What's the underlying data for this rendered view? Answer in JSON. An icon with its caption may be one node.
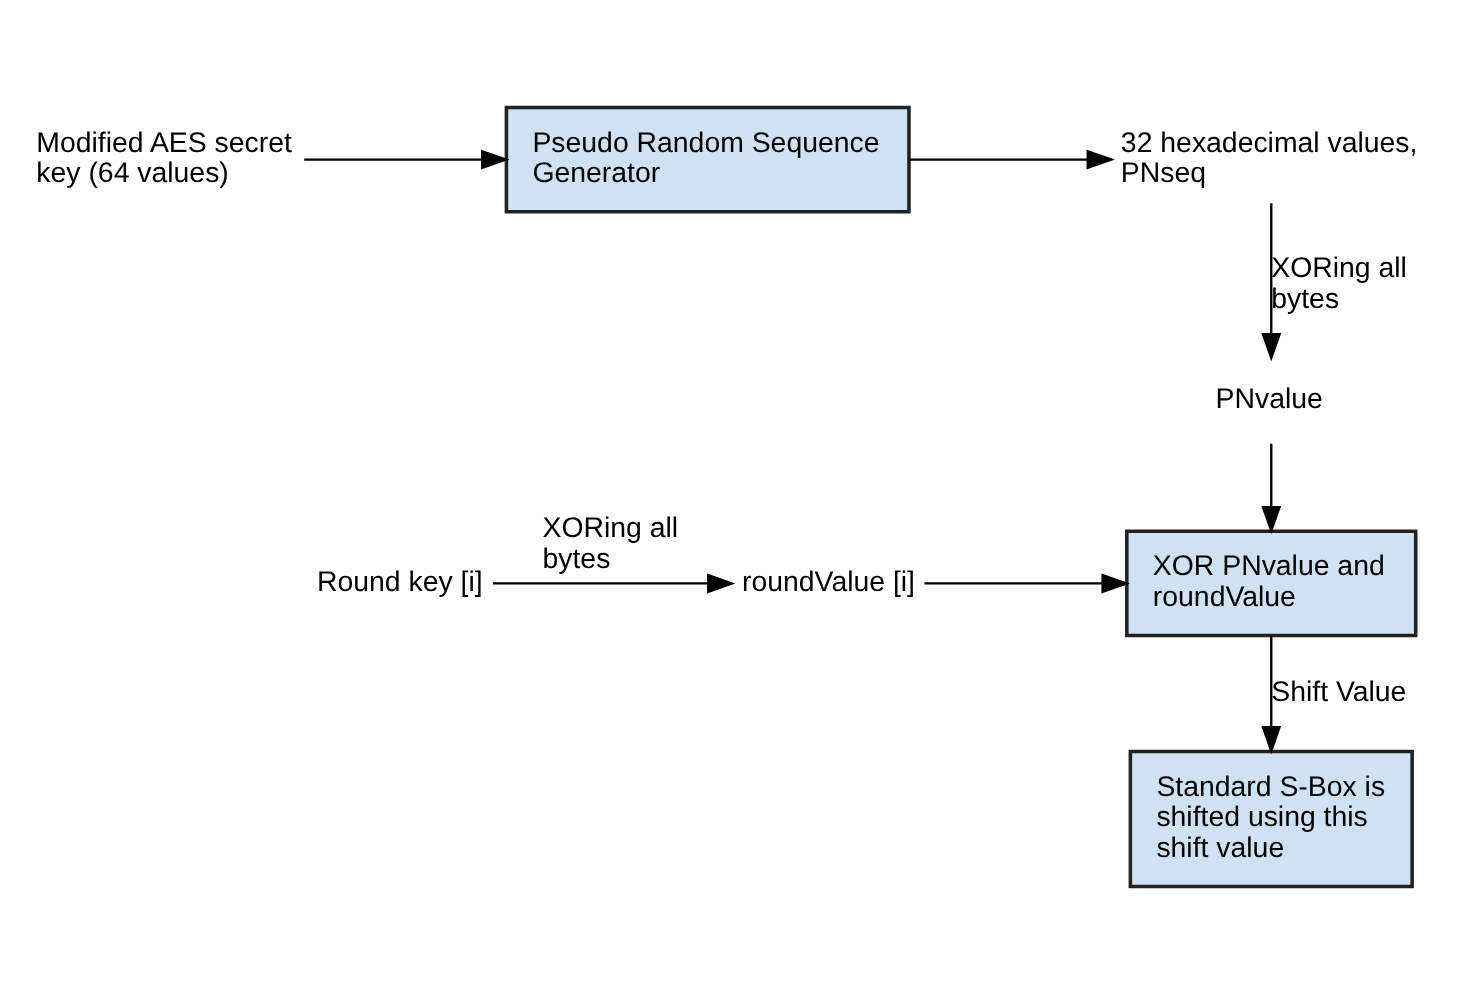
{
  "diagram": {
    "nodes": [
      {
        "text": [
          "Modified AES secret key (64 values)"
        ]
      },
      {
        "text": [
          "Pseudo Random Sequence Generator"
        ]
      },
      {
        "text": [
          "32 hexadecimal values, PNseq"
        ]
      },
      {
        "text": [
          "PNvalue"
        ]
      },
      {
        "text": [
          "Round key [i]"
        ]
      },
      {
        "text": [
          "roundValue [i]"
        ]
      },
      {
        "text": [
          "XOR PNvalue and roundValue"
        ]
      },
      {
        "text": [
          "Standard S-Box is shifted using this shift value"
        ]
      }
    ],
    "edges": [
      {
        "from": 0,
        "to": 1,
        "arrow": "to"
      },
      {
        "from": 1,
        "to": 2,
        "arrow": "to"
      },
      {
        "from": 2,
        "to": 3,
        "arrow": "to",
        "label": "XORing all bytes"
      },
      {
        "from": 4,
        "to": 5,
        "arrow": "to",
        "label": "XORing all bytes"
      },
      {
        "from": 5,
        "to": 6,
        "arrow": "to"
      },
      {
        "from": 3,
        "to": 6,
        "arrow": "to"
      },
      {
        "from": 6,
        "to": 7,
        "arrow": "to",
        "label": "Shift Value"
      }
    ]
  }
}
